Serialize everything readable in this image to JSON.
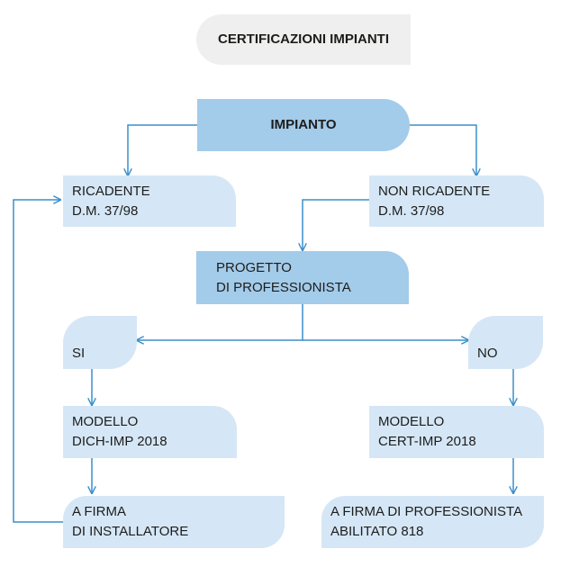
{
  "title": "CERTIFICAZIONI IMPIANTI",
  "nodes": {
    "impianto": "IMPIANTO",
    "ricadente": [
      "RICADENTE",
      "D.M. 37/98"
    ],
    "non_ricadente": [
      "NON RICADENTE",
      "D.M. 37/98"
    ],
    "progetto": [
      "PROGETTO",
      "DI PROFESSIONISTA"
    ],
    "si": "SI",
    "no": "NO",
    "modello_dich": [
      "MODELLO",
      "DICH-IMP 2018"
    ],
    "modello_cert": [
      "MODELLO",
      "CERT-IMP 2018"
    ],
    "firma_installatore": [
      "A FIRMA",
      "DI INSTALLATORE"
    ],
    "firma_professionista": [
      "A FIRMA DI PROFESSIONISTA",
      "ABILITATO 818"
    ]
  },
  "colors": {
    "light_box": "#d5e7f6",
    "dark_box": "#a3cbea",
    "title_box": "#efefef",
    "arrow": "#3a8fcc"
  }
}
